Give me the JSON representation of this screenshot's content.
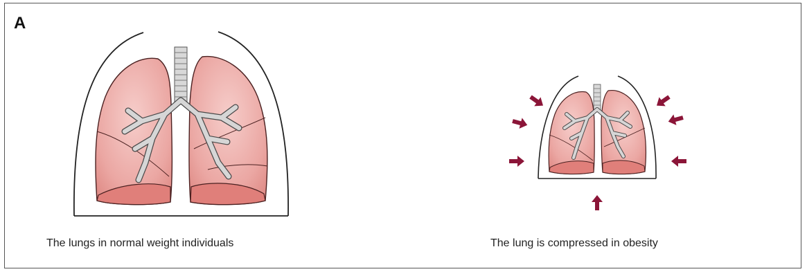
{
  "figure": {
    "panel_label": "A",
    "panels": [
      {
        "caption": "The lungs in normal weight individuals"
      },
      {
        "caption": "The lung is compressed in obesity"
      }
    ]
  },
  "colors": {
    "lung_fill": "#eba7a3",
    "lung_dark": "#e07f7a",
    "lung_outline": "#4a2020",
    "airway_fill": "#d6d6d6",
    "arrow": "#8b1538",
    "frame": "#555555"
  }
}
